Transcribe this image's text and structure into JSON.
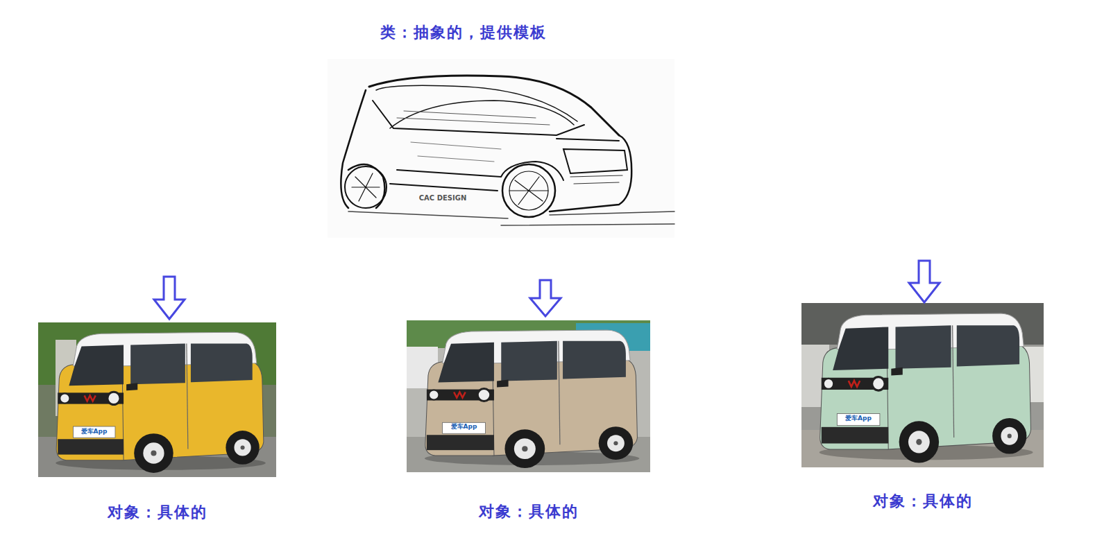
{
  "diagram": {
    "nodes": [
      {
        "text": [
          "类：抽象的，提供模板"
        ]
      },
      {
        "text": [
          "对象：具体的"
        ]
      },
      {
        "text": [
          "对象：具体的"
        ]
      },
      {
        "text": [
          "对象：具体的"
        ]
      }
    ],
    "labels": [
      "CAC DESIGN",
      "爱车App",
      "爱车App",
      "爱车App"
    ]
  }
}
